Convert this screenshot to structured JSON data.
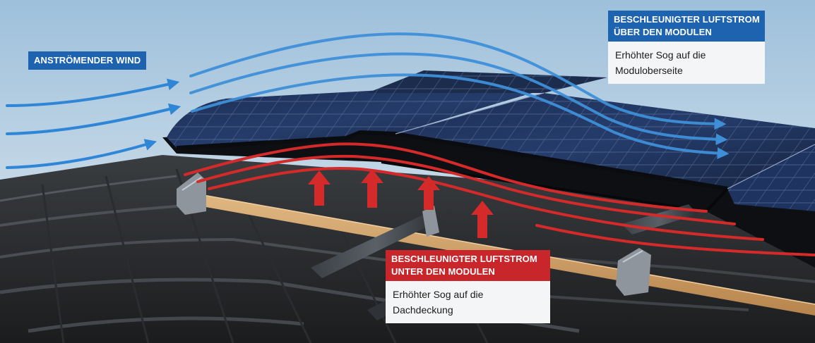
{
  "wind_label": "ANSTRÖMENDER WIND",
  "top_callout": {
    "title_lines": [
      "BESCHLEUNIGTER LUFTSTROM",
      "ÜBER DEN MODULEN"
    ],
    "body_lines": [
      "Erhöhter Sog auf die",
      "Moduloberseite"
    ]
  },
  "bottom_callout": {
    "title_lines": [
      "BESCHLEUNIGTER LUFTSTROM",
      "UNTER DEN MODULEN"
    ],
    "body_lines": [
      "Erhöhter Sog auf die",
      "Dachdeckung"
    ]
  },
  "colors": {
    "wind_blue": "#2f86d6",
    "suction_red": "#d42a2a",
    "label_blue": "#1d63b0",
    "label_red": "#c8262b"
  }
}
